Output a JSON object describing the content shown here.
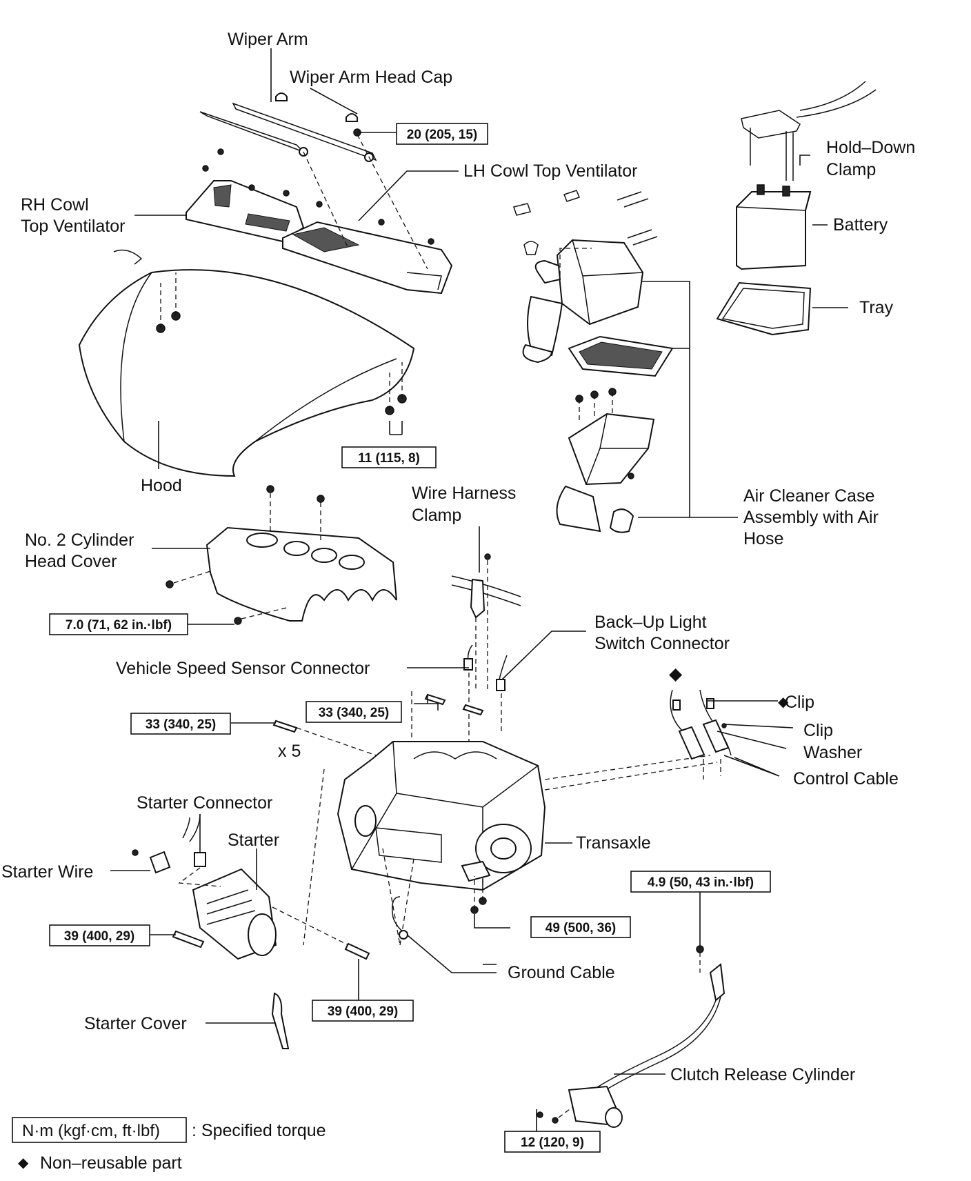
{
  "labels": {
    "wiper_arm": "Wiper Arm",
    "wiper_arm_head_cap": "Wiper Arm Head Cap",
    "lh_cowl": "LH Cowl Top Ventilator",
    "rh_cowl_1": "RH Cowl",
    "rh_cowl_2": "Top Ventilator",
    "hood": "Hood",
    "hold_down_1": "Hold–Down",
    "hold_down_2": "Clamp",
    "battery": "Battery",
    "tray": "Tray",
    "air_cleaner_1": "Air Cleaner Case",
    "air_cleaner_2": "Assembly with Air",
    "air_cleaner_3": "Hose",
    "wire_harness_1": "Wire Harness",
    "wire_harness_2": "Clamp",
    "cyl_head_cover_1": "No. 2 Cylinder",
    "cyl_head_cover_2": "Head Cover",
    "backup_1": "Back–Up Light",
    "backup_2": "Switch Connector",
    "vss": "Vehicle Speed Sensor Connector",
    "clip_1": "Clip",
    "clip_2": "Clip",
    "washer": "Washer",
    "control_cable": "Control Cable",
    "x5": "x 5",
    "starter_connector": "Starter Connector",
    "starter": "Starter",
    "starter_wire": "Starter Wire",
    "transaxle": "Transaxle",
    "ground_cable": "Ground Cable",
    "starter_cover": "Starter Cover",
    "clutch_release": "Clutch Release Cylinder"
  },
  "torques": {
    "wiper": "20 (205, 15)",
    "hood": "11 (115, 8)",
    "cyl_cover": "7.0 (71, 62 in.·lbf)",
    "bolt_left": "33 (340, 25)",
    "bolt_mid": "33 (340, 25)",
    "starter_left": "39 (400, 29)",
    "starter_bottom": "39 (400, 29)",
    "transaxle_bottom": "49 (500, 36)",
    "clutch_top": "4.9 (50, 43 in.·lbf)",
    "clutch_bottom": "12 (120, 9)"
  },
  "legend": {
    "torque_box": "N·m (kgf·cm, ft·lbf)",
    "torque_desc": ": Specified torque",
    "nonreusable": "Non–reusable part",
    "diamond": "◆"
  },
  "colors": {
    "ink": "#111111",
    "paper": "#ffffff"
  }
}
